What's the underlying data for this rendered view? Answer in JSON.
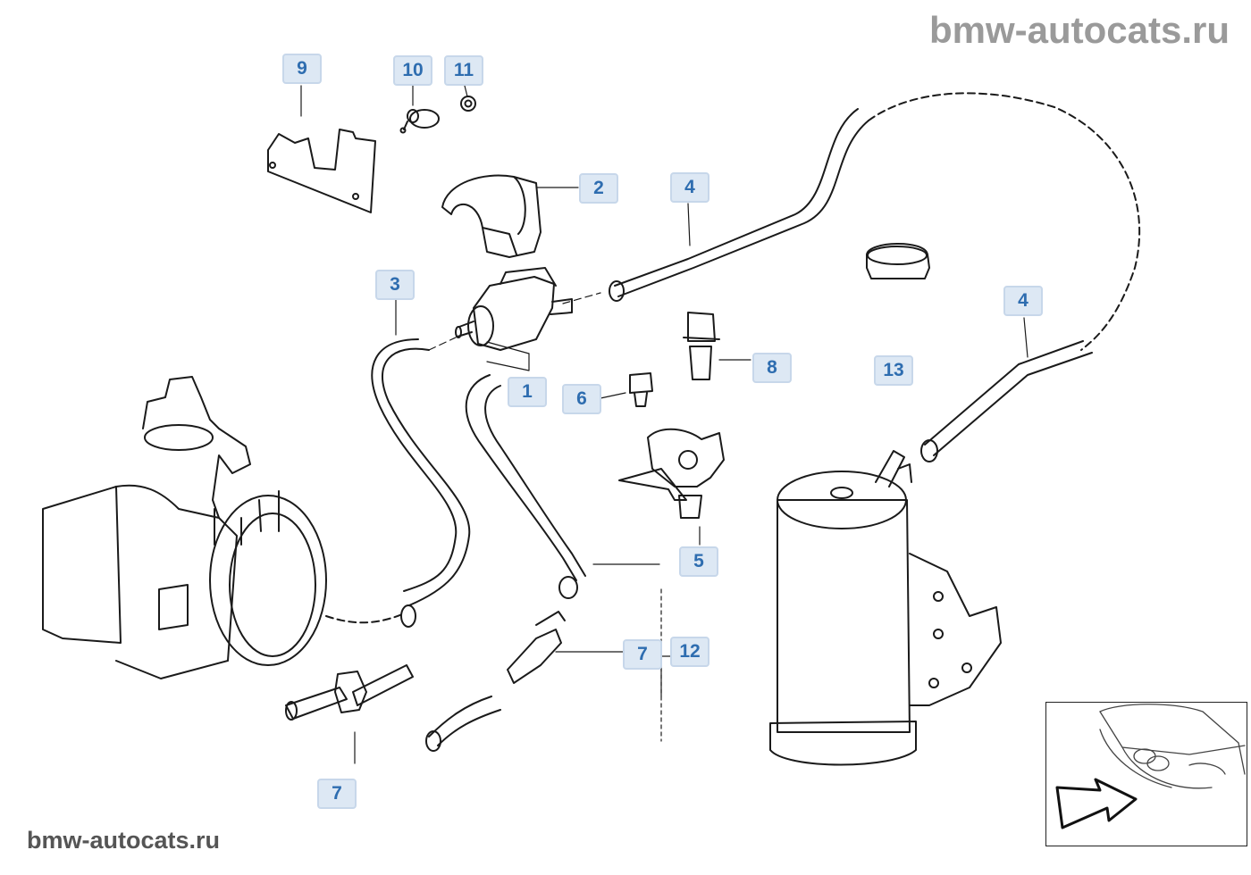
{
  "watermarks": {
    "top": "bmw-autocats.ru",
    "bottom": "bmw-autocats.ru"
  },
  "callouts": [
    {
      "id": "c1",
      "label": "1"
    },
    {
      "id": "c2",
      "label": "2"
    },
    {
      "id": "c3",
      "label": "3"
    },
    {
      "id": "c4a",
      "label": "4"
    },
    {
      "id": "c4b",
      "label": "4"
    },
    {
      "id": "c5",
      "label": "5"
    },
    {
      "id": "c6",
      "label": "6"
    },
    {
      "id": "c7a",
      "label": "7"
    },
    {
      "id": "c7b",
      "label": "7"
    },
    {
      "id": "c8",
      "label": "8"
    },
    {
      "id": "c9",
      "label": "9"
    },
    {
      "id": "c10",
      "label": "10"
    },
    {
      "id": "c11",
      "label": "11"
    },
    {
      "id": "c12",
      "label": "12"
    },
    {
      "id": "c13",
      "label": "13"
    }
  ],
  "colors": {
    "callout_text": "#2e6db0",
    "callout_fill": "#dde8f4",
    "line": "#1a1a1a",
    "watermark": "#9a9a9a"
  }
}
